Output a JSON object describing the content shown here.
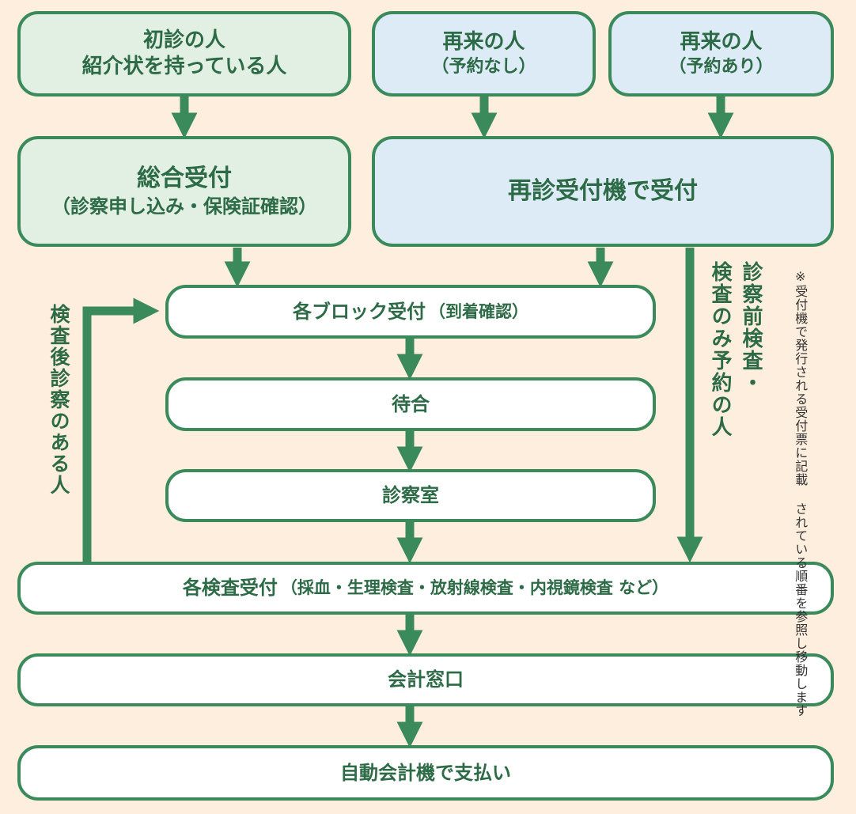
{
  "top_boxes": {
    "first_visit": {
      "line1": "初診の人",
      "line2": "紹介状を持っている人"
    },
    "return_no_appt": {
      "line1": "再来の人",
      "line2": "（予約なし）"
    },
    "return_appt": {
      "line1": "再来の人",
      "line2": "（予約あり）"
    }
  },
  "general_reception": {
    "title": "総合受付",
    "subtitle": "（診察申し込み・保険証確認）"
  },
  "revisit_machine": {
    "title": "再診受付機で受付"
  },
  "block_reception": {
    "main": "各ブロック受付",
    "sub": "（到着確認）"
  },
  "waiting": {
    "label": "待合"
  },
  "exam_room": {
    "label": "診察室"
  },
  "test_reception": {
    "main": "各検査受付",
    "sub": "（採血・生理検査・放射線検査・内視鏡検査 など）"
  },
  "cashier": {
    "label": "会計窓口"
  },
  "auto_payment": {
    "label": "自動会計機で支払い"
  },
  "side_labels": {
    "left": "検査後診察のある人",
    "right_col1": "診察前検査・",
    "right_col2": "検査のみ予約の人"
  },
  "note": {
    "line1": "※受付機で発行される受付票に記載",
    "line2": "されている順番を参照し移動します"
  },
  "colors": {
    "accent": "#3a8a5c",
    "text": "#2d6b47",
    "background": "#fdeedd",
    "green_fill": "#e2efe3",
    "blue_fill": "#dcebf5"
  }
}
